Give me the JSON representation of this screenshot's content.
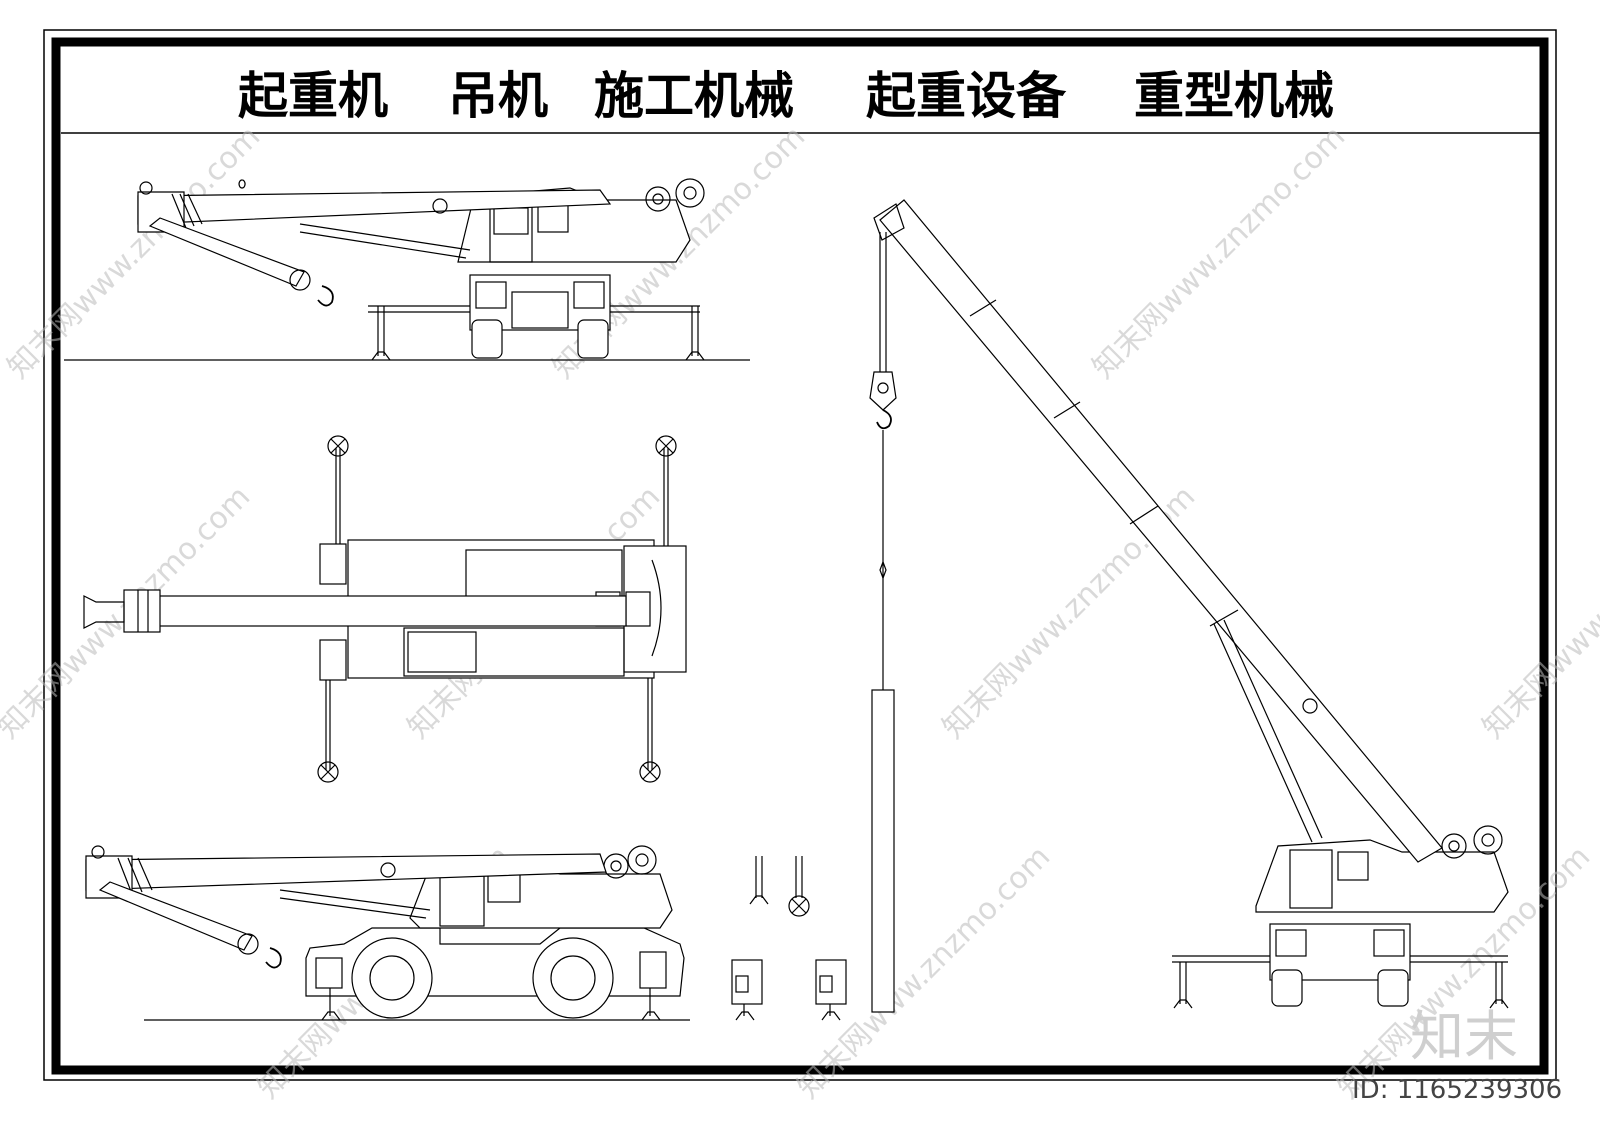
{
  "title": {
    "items": [
      "起重机",
      "吊机",
      "施工机械",
      "起重设备",
      "重型机械"
    ]
  },
  "watermark": {
    "text": "知末网www.znzmo.com"
  },
  "brand": {
    "logo_text": "知末",
    "id_label": "ID: 1165239306"
  }
}
